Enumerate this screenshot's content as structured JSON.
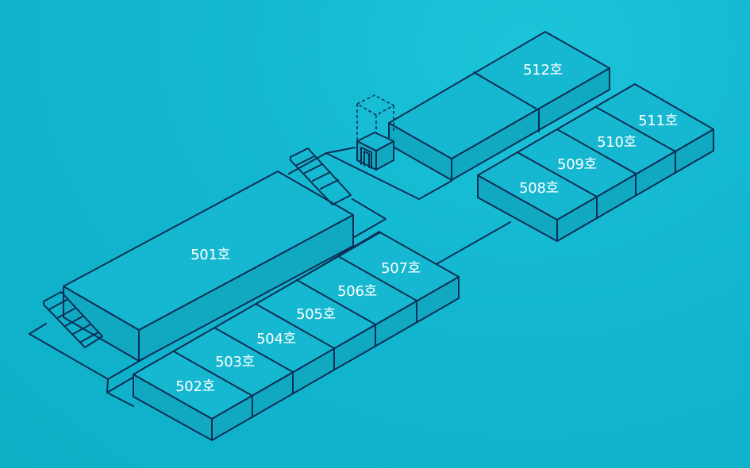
{
  "rooms": {
    "r501": "501호",
    "r502": "502호",
    "r503": "503호",
    "r504": "504호",
    "r505": "505호",
    "r506": "506호",
    "r507": "507호",
    "r508": "508호",
    "r509": "509호",
    "r510": "510호",
    "r511": "511호",
    "r512": "512호"
  }
}
